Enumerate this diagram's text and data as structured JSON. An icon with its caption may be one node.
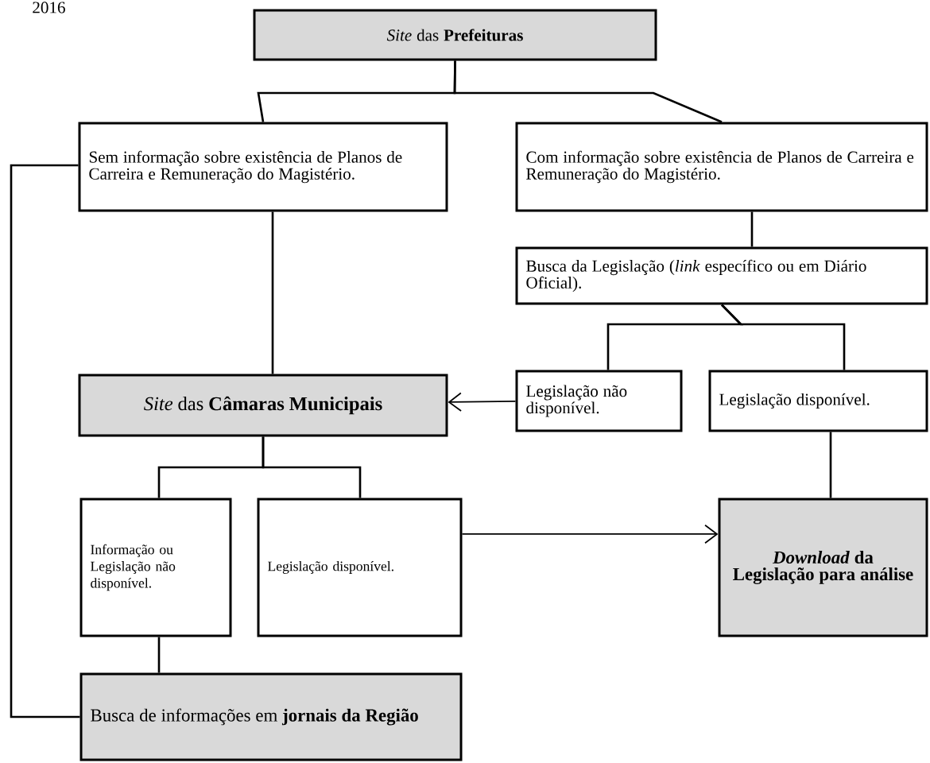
{
  "diagram": {
    "nodes": [
      {
        "text": [
          "*Site* das **Prefeituras**"
        ]
      },
      {
        "text": [
          "Sem informação sobre existência de Planos de Carreira e Remuneração do Magistério."
        ]
      },
      {
        "text": [
          "Com informação sobre existência de Planos de Carreira e Remuneração do Magistério."
        ]
      },
      {
        "text": [
          "Busca da Legislação (*link* específico ou em Diário Oficial)."
        ]
      },
      {
        "text": [
          "*Site* das **Câmaras Municipais**"
        ]
      },
      {
        "text": [
          "Legislação não disponível."
        ]
      },
      {
        "text": [
          "Legislação disponível."
        ]
      },
      {
        "text": [
          "Informação ou Legislação não disponível."
        ]
      },
      {
        "text": [
          "Legislação disponível."
        ]
      },
      {
        "text": [
          "*Download* da Legislação para análise"
        ]
      },
      {
        "text": [
          "Busca de informações em **jornais da Região**"
        ]
      }
    ],
    "edges": [
      {
        "from": 0,
        "to": 1,
        "arrow": "none"
      },
      {
        "from": 0,
        "to": 2,
        "arrow": "none"
      },
      {
        "from": 1,
        "to": 4,
        "arrow": "none"
      },
      {
        "from": 2,
        "to": 3,
        "arrow": "none"
      },
      {
        "from": 3,
        "to": 5,
        "arrow": "none"
      },
      {
        "from": 3,
        "to": 6,
        "arrow": "none"
      },
      {
        "from": 5,
        "to": 4,
        "arrow": "to"
      },
      {
        "from": 4,
        "to": 7,
        "arrow": "none"
      },
      {
        "from": 4,
        "to": 8,
        "arrow": "none"
      },
      {
        "from": 6,
        "to": 9,
        "arrow": "none"
      },
      {
        "from": 8,
        "to": 9,
        "arrow": "to"
      },
      {
        "from": 7,
        "to": 10,
        "arrow": "none"
      },
      {
        "from": 1,
        "to": 10,
        "arrow": "none"
      }
    ],
    "labels": [
      "2016"
    ]
  }
}
